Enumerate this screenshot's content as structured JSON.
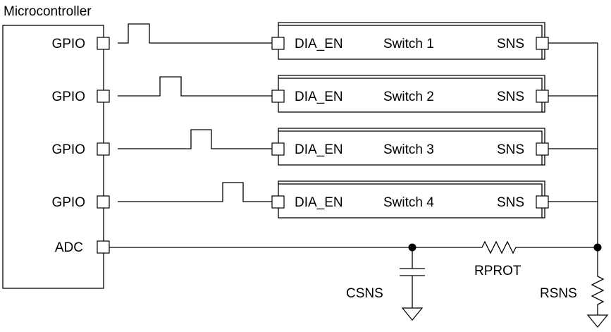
{
  "microcontroller": {
    "title": "Microcontroller",
    "gpio_pins": [
      "GPIO",
      "GPIO",
      "GPIO",
      "GPIO"
    ],
    "adc_label": "ADC"
  },
  "switches": [
    {
      "name": "Switch 1",
      "input": "DIA_EN",
      "output": "SNS"
    },
    {
      "name": "Switch 2",
      "input": "DIA_EN",
      "output": "SNS"
    },
    {
      "name": "Switch 3",
      "input": "DIA_EN",
      "output": "SNS"
    },
    {
      "name": "Switch 4",
      "input": "DIA_EN",
      "output": "SNS"
    }
  ],
  "components": {
    "protection_resistor": "RPROT",
    "sense_capacitor": "CSNS",
    "sense_resistor": "RSNS"
  }
}
